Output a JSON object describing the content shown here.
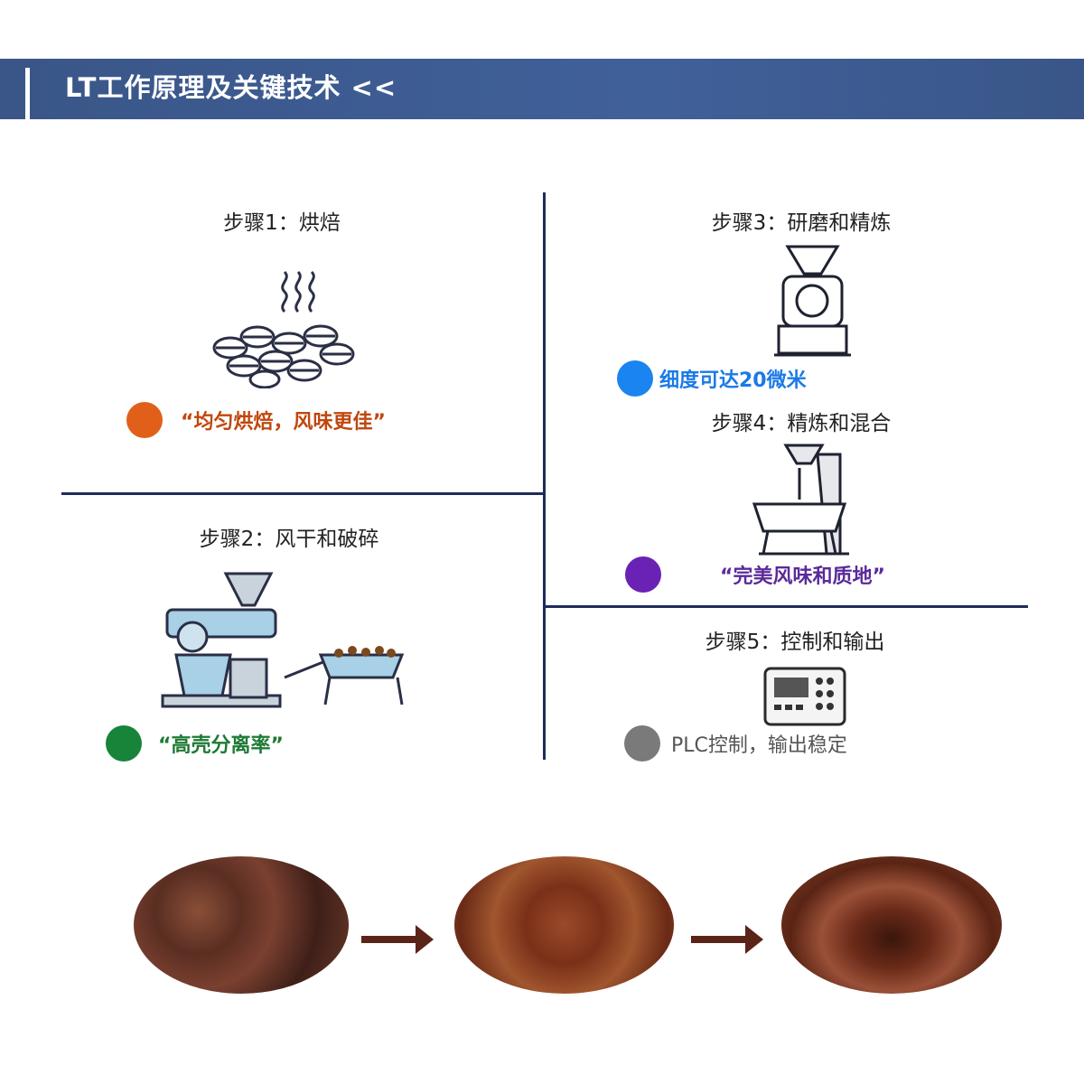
{
  "header": {
    "title": "LT工作原理及关键技术 <<"
  },
  "steps": [
    {
      "title": "步骤1：烘焙",
      "note": "“均匀烘焙，风味更佳”",
      "color": "#e0601a",
      "text_color": "#c0470f"
    },
    {
      "title": "步骤2：风干和破碎",
      "note": "“高壳分离率”",
      "color": "#17843a",
      "text_color": "#1e7a34"
    },
    {
      "title": "步骤3：研磨和精炼",
      "note": "细度可达20微米",
      "color": "#1a84f0",
      "text_color": "#1a7ae6"
    },
    {
      "title": "步骤4：精炼和混合",
      "note": "“完美风味和质地”",
      "color": "#6a22b5",
      "text_color": "#5a2a9a"
    },
    {
      "title": "步骤5：控制和输出",
      "note": "PLC控制，输出稳定",
      "color": "#7a7a7a",
      "text_color": "#555555"
    }
  ]
}
